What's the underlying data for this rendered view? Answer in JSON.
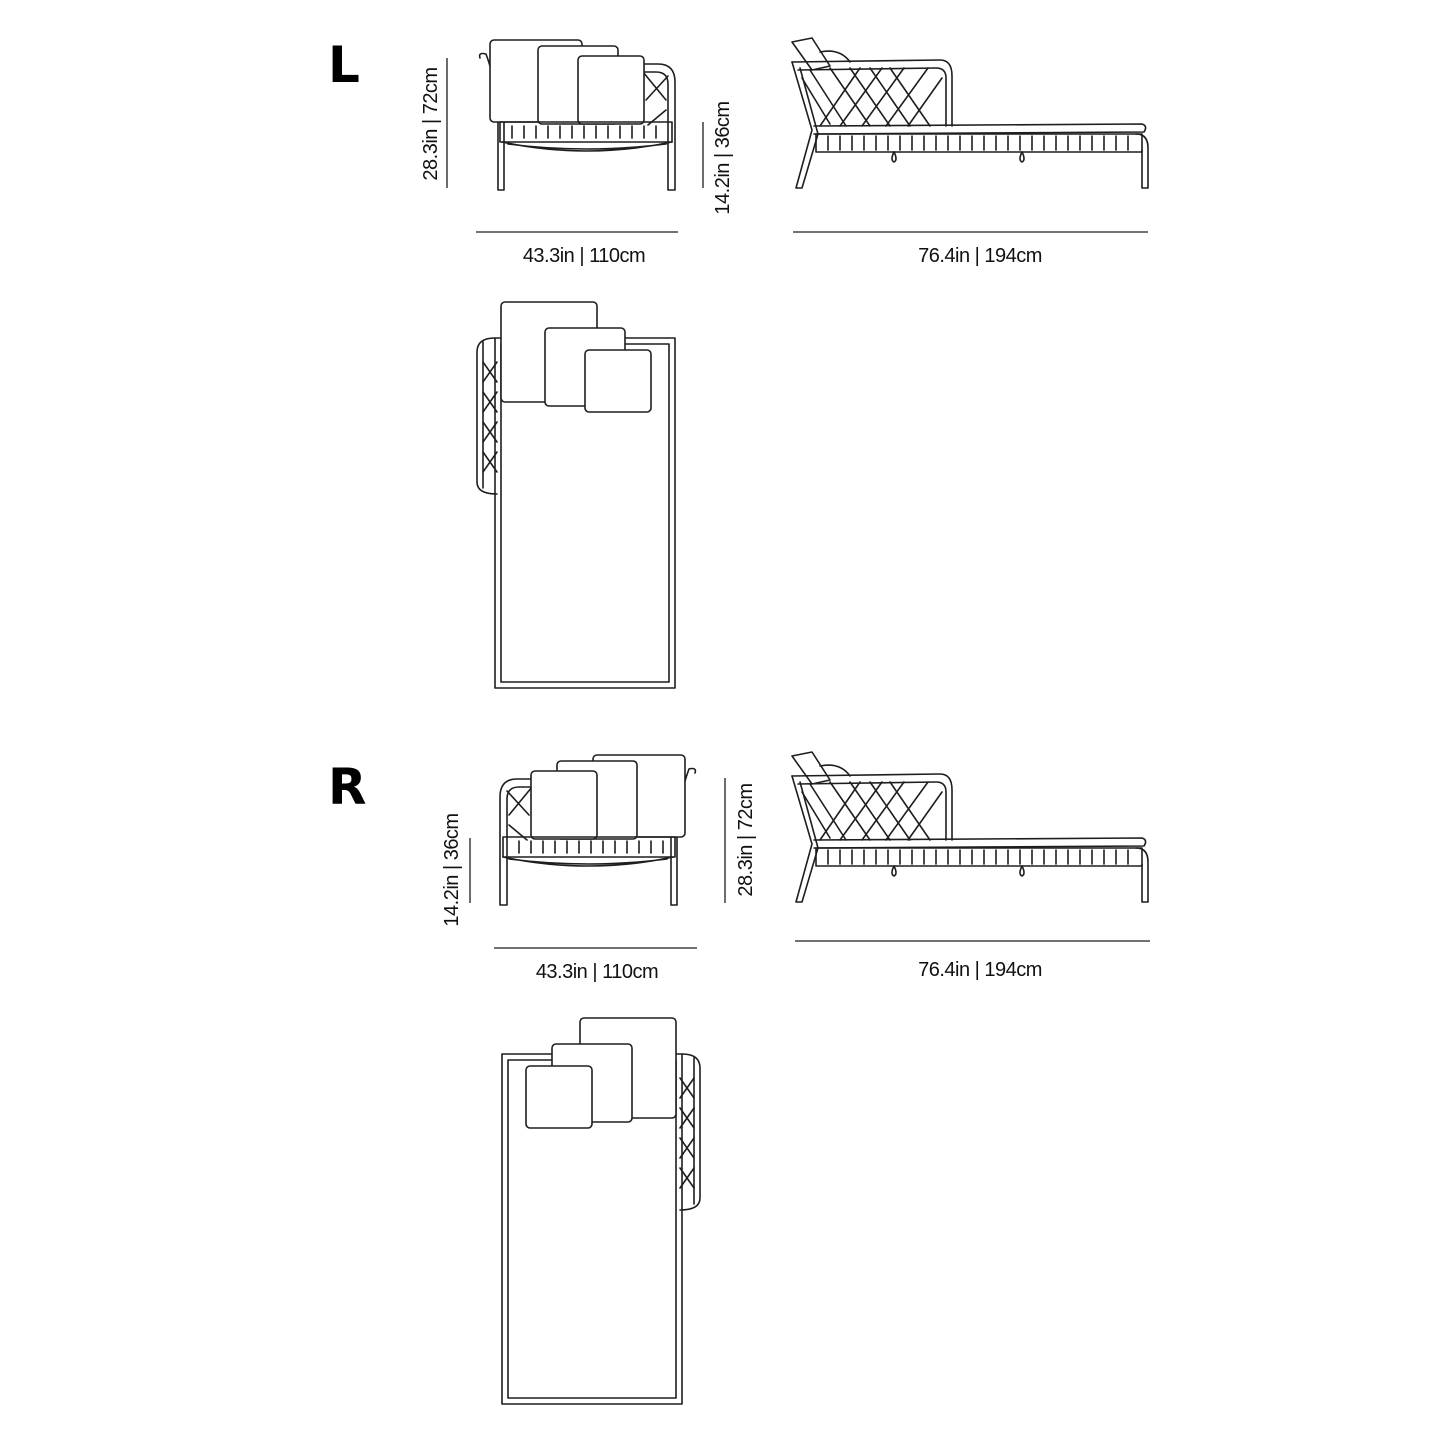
{
  "variants": [
    {
      "label": "L",
      "front_height": "28.3in | 72cm",
      "seat_height": "14.2in | 36cm",
      "width": "43.3in | 110cm",
      "length": "76.4in | 194cm"
    },
    {
      "label": "R",
      "front_height": "28.3in | 72cm",
      "seat_height": "14.2in | 36cm",
      "width": "43.3in | 110cm",
      "length": "76.4in | 194cm"
    }
  ]
}
